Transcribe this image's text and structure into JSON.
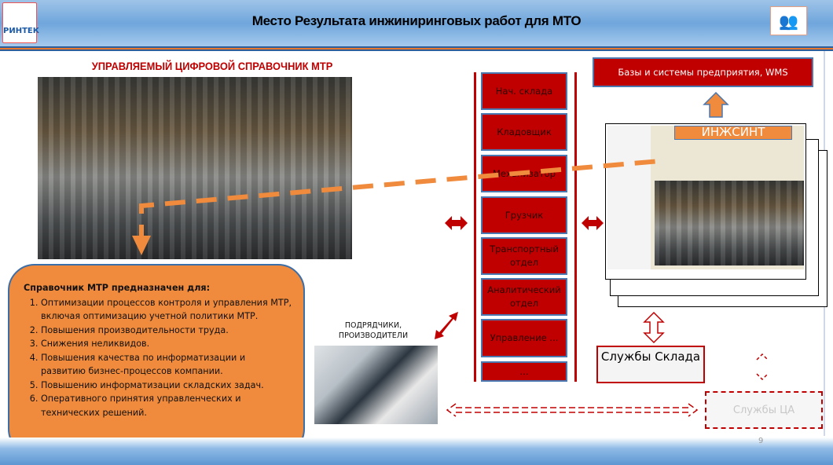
{
  "header": {
    "title": "Место Результата инжиниринговых работ для МТО",
    "logo_text": "РИНТЕК",
    "right_icon": "people-hierarchy-icon"
  },
  "main_heading": "УПРАВЛЯЕМЫЙ ЦИФРОВОЙ СПРАВОЧНИК МТР",
  "purpose": {
    "title": "Справочник  МТР предназначен для:",
    "items": [
      "Оптимизации  процессов контроля и управления МТР, включая  оптимизацию учетной политики МТР.",
      "Повышения производительности труда.",
      "Снижения неликвидов.",
      "Повышения качества по информатизации  и развитию бизнес-процессов компании.",
      "Повышению информатизации  складских задач.",
      "Оперативного принятия управленческих и технических решений."
    ]
  },
  "roles": [
    "Нач. склада",
    "Кладовщик",
    "Механизатор",
    "Грузчик",
    "Транспортный отдел",
    "Аналитический отдел",
    "Управление ...",
    "..."
  ],
  "wms": "Базы и системы предприятия, WMS",
  "app_label": "ИНЖСИНТ",
  "contractors": "ПОДРЯДЧИКИ, ПРОИЗВОДИТЕЛИ",
  "warehouse_services": "Службы Склада",
  "ca_services": "Службы ЦА",
  "page_number": "9",
  "colors": {
    "accent_red": "#c00000",
    "orange": "#f08a3c",
    "blue": "#4a78b0"
  }
}
